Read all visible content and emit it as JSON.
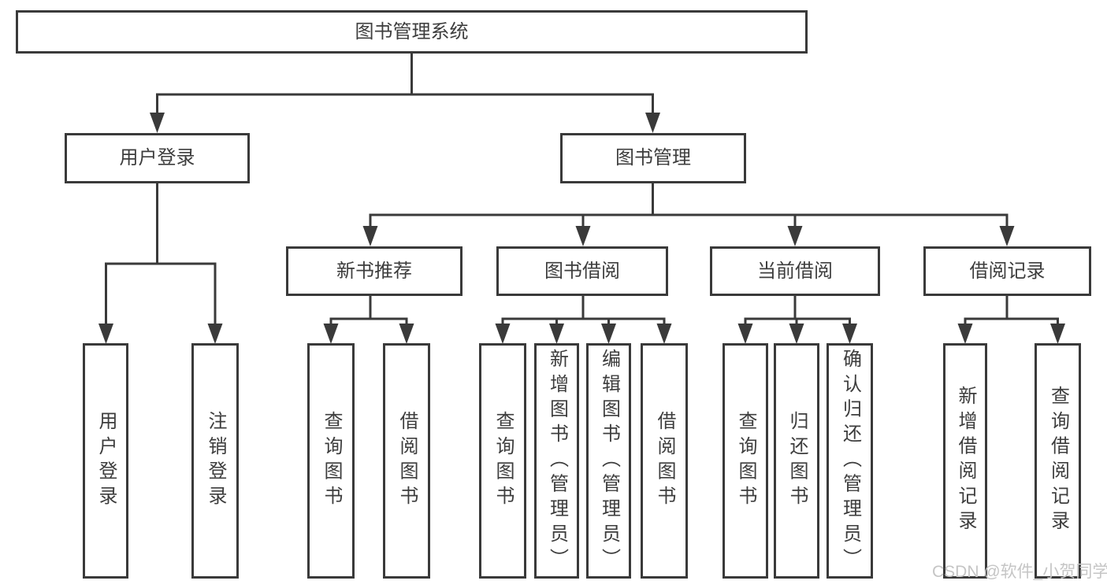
{
  "colors": {
    "line": "#3a3a3a",
    "box_border": "#3a3a3a",
    "text": "#3d3d3d",
    "background": "#ffffff",
    "watermark": "#c5c5c5"
  },
  "watermark": "CSDN @软件_小贺同学",
  "tree": {
    "root": {
      "label": "图书管理系统"
    },
    "level2": [
      {
        "label": "用户登录"
      },
      {
        "label": "图书管理"
      }
    ],
    "level3": [
      {
        "label": "新书推荐"
      },
      {
        "label": "图书借阅"
      },
      {
        "label": "当前借阅"
      },
      {
        "label": "借阅记录"
      }
    ],
    "leaves": {
      "user_login": [
        {
          "label": "用户登录"
        },
        {
          "label": "注销登录"
        }
      ],
      "new_book": [
        {
          "label": "查询图书"
        },
        {
          "label": "借阅图书"
        }
      ],
      "book_borrow": [
        {
          "label": "查询图书"
        },
        {
          "label": "新增图书（管理员）"
        },
        {
          "label": "编辑图书（管理员）"
        },
        {
          "label": "借阅图书"
        }
      ],
      "current_borrow": [
        {
          "label": "查询图书"
        },
        {
          "label": "归还图书"
        },
        {
          "label": "确认归还（管理员）"
        }
      ],
      "borrow_record": [
        {
          "label": "新增借阅记录"
        },
        {
          "label": "查询借阅记录"
        }
      ]
    }
  }
}
